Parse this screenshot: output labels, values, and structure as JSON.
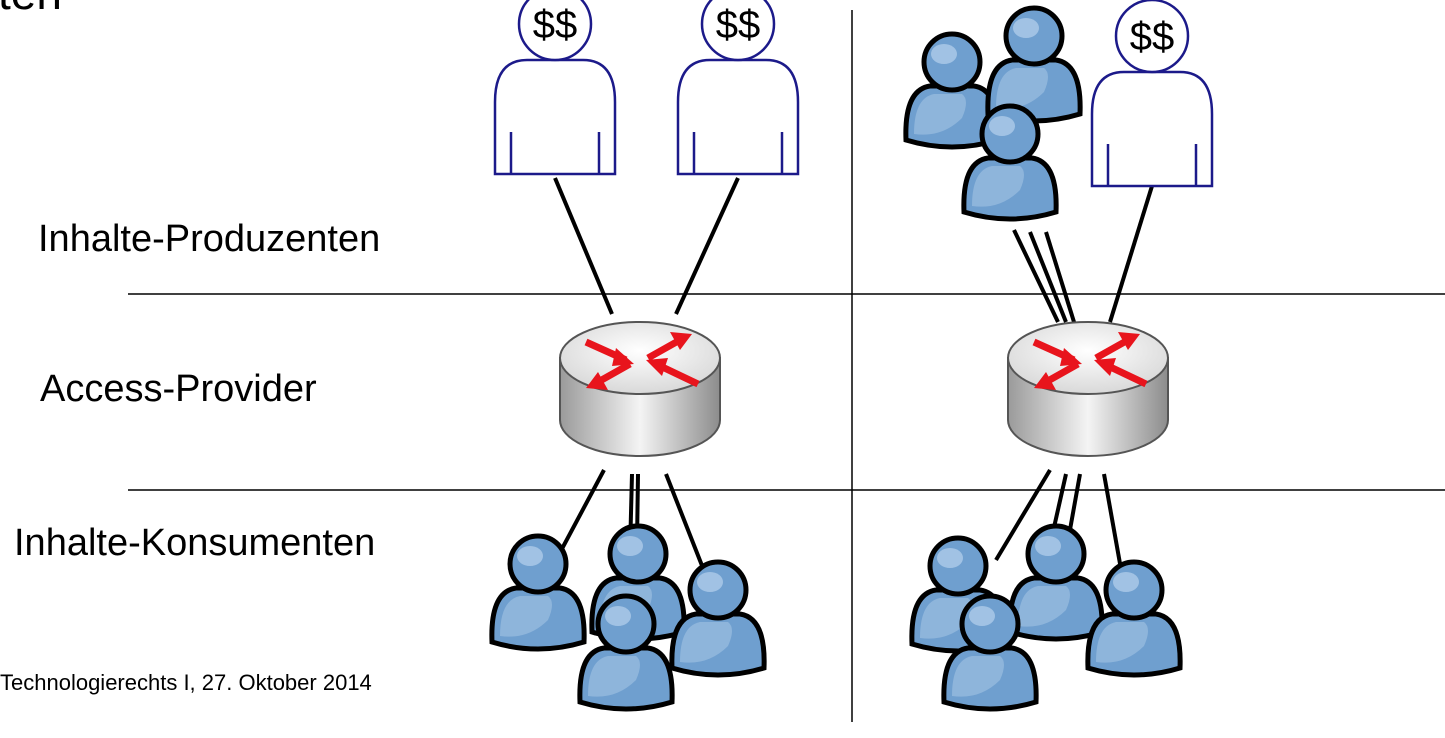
{
  "slide": {
    "title_fragment": "ten",
    "footer": "Technologierechts I, 27. Oktober 2014"
  },
  "layers": {
    "producers": "Inhalte-Produzenten",
    "access": "Access-Provider",
    "consumers": "Inhalte-Konsumenten"
  },
  "paying_user_label": "$$",
  "icons": {
    "paying_user": "dollar-user-icon",
    "user": "user-icon",
    "router": "router-icon"
  },
  "colors": {
    "user_fill": "#6f9fcf",
    "user_stroke": "#000000",
    "paying_user_stroke": "#1c1a8a",
    "router_arrow": "#e8141c",
    "router_body": "#d9d9d9"
  }
}
